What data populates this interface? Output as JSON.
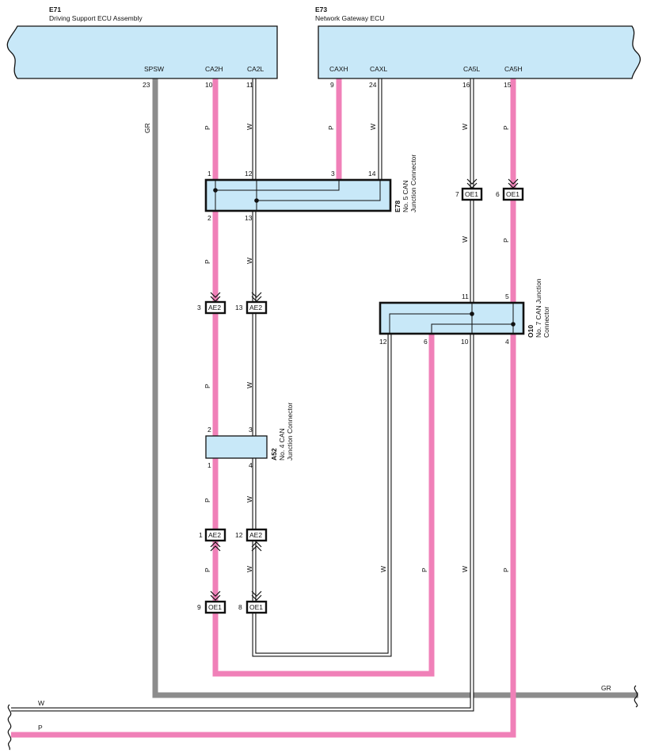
{
  "components": {
    "e71": {
      "code": "E71",
      "name": "Driving Support ECU Assembly",
      "pins": [
        {
          "num": "23",
          "label": "SPSW"
        },
        {
          "num": "10",
          "label": "CA2H"
        },
        {
          "num": "11",
          "label": "CA2L"
        }
      ]
    },
    "e73": {
      "code": "E73",
      "name": "Network Gateway ECU",
      "pins": [
        {
          "num": "9",
          "label": "CAXH"
        },
        {
          "num": "24",
          "label": "CAXL"
        },
        {
          "num": "16",
          "label": "CA5L"
        },
        {
          "num": "15",
          "label": "CA5H"
        }
      ]
    },
    "e78": {
      "code": "E78",
      "line1": "No. 5 CAN",
      "line2": "Junction Connector",
      "top_pins": [
        "1",
        "12",
        "3",
        "14"
      ],
      "bottom_pins": [
        "2",
        "13"
      ]
    },
    "o10": {
      "code": "O10",
      "line1": "No. 7 CAN Junction",
      "line2": "Connector",
      "top_pins": [
        "11",
        "5"
      ],
      "bottom_pins": [
        "12",
        "6",
        "10",
        "4"
      ]
    },
    "a52": {
      "code": "A52",
      "line1": "No. 4 CAN",
      "line2": "Junction Connector",
      "top_pins": [
        "2",
        "3"
      ],
      "bottom_pins": [
        "1",
        "4"
      ]
    }
  },
  "inline_connectors": [
    {
      "name": "OE1",
      "pin": "7"
    },
    {
      "name": "OE1",
      "pin": "6"
    },
    {
      "name": "AE2",
      "pin": "3"
    },
    {
      "name": "AE2",
      "pin": "13"
    },
    {
      "name": "AE2",
      "pin": "1"
    },
    {
      "name": "AE2",
      "pin": "12"
    },
    {
      "name": "OE1",
      "pin": "9"
    },
    {
      "name": "OE1",
      "pin": "8"
    }
  ],
  "wire_colors": {
    "gray": "GR",
    "white": "W",
    "pink": "P",
    "hex": {
      "pink": "#f080b8",
      "gray": "#8c8c8c",
      "box_fill": "#c8e8f8"
    }
  },
  "continuations": {
    "right_gr": "GR",
    "left_w": "W",
    "left_p": "P"
  }
}
